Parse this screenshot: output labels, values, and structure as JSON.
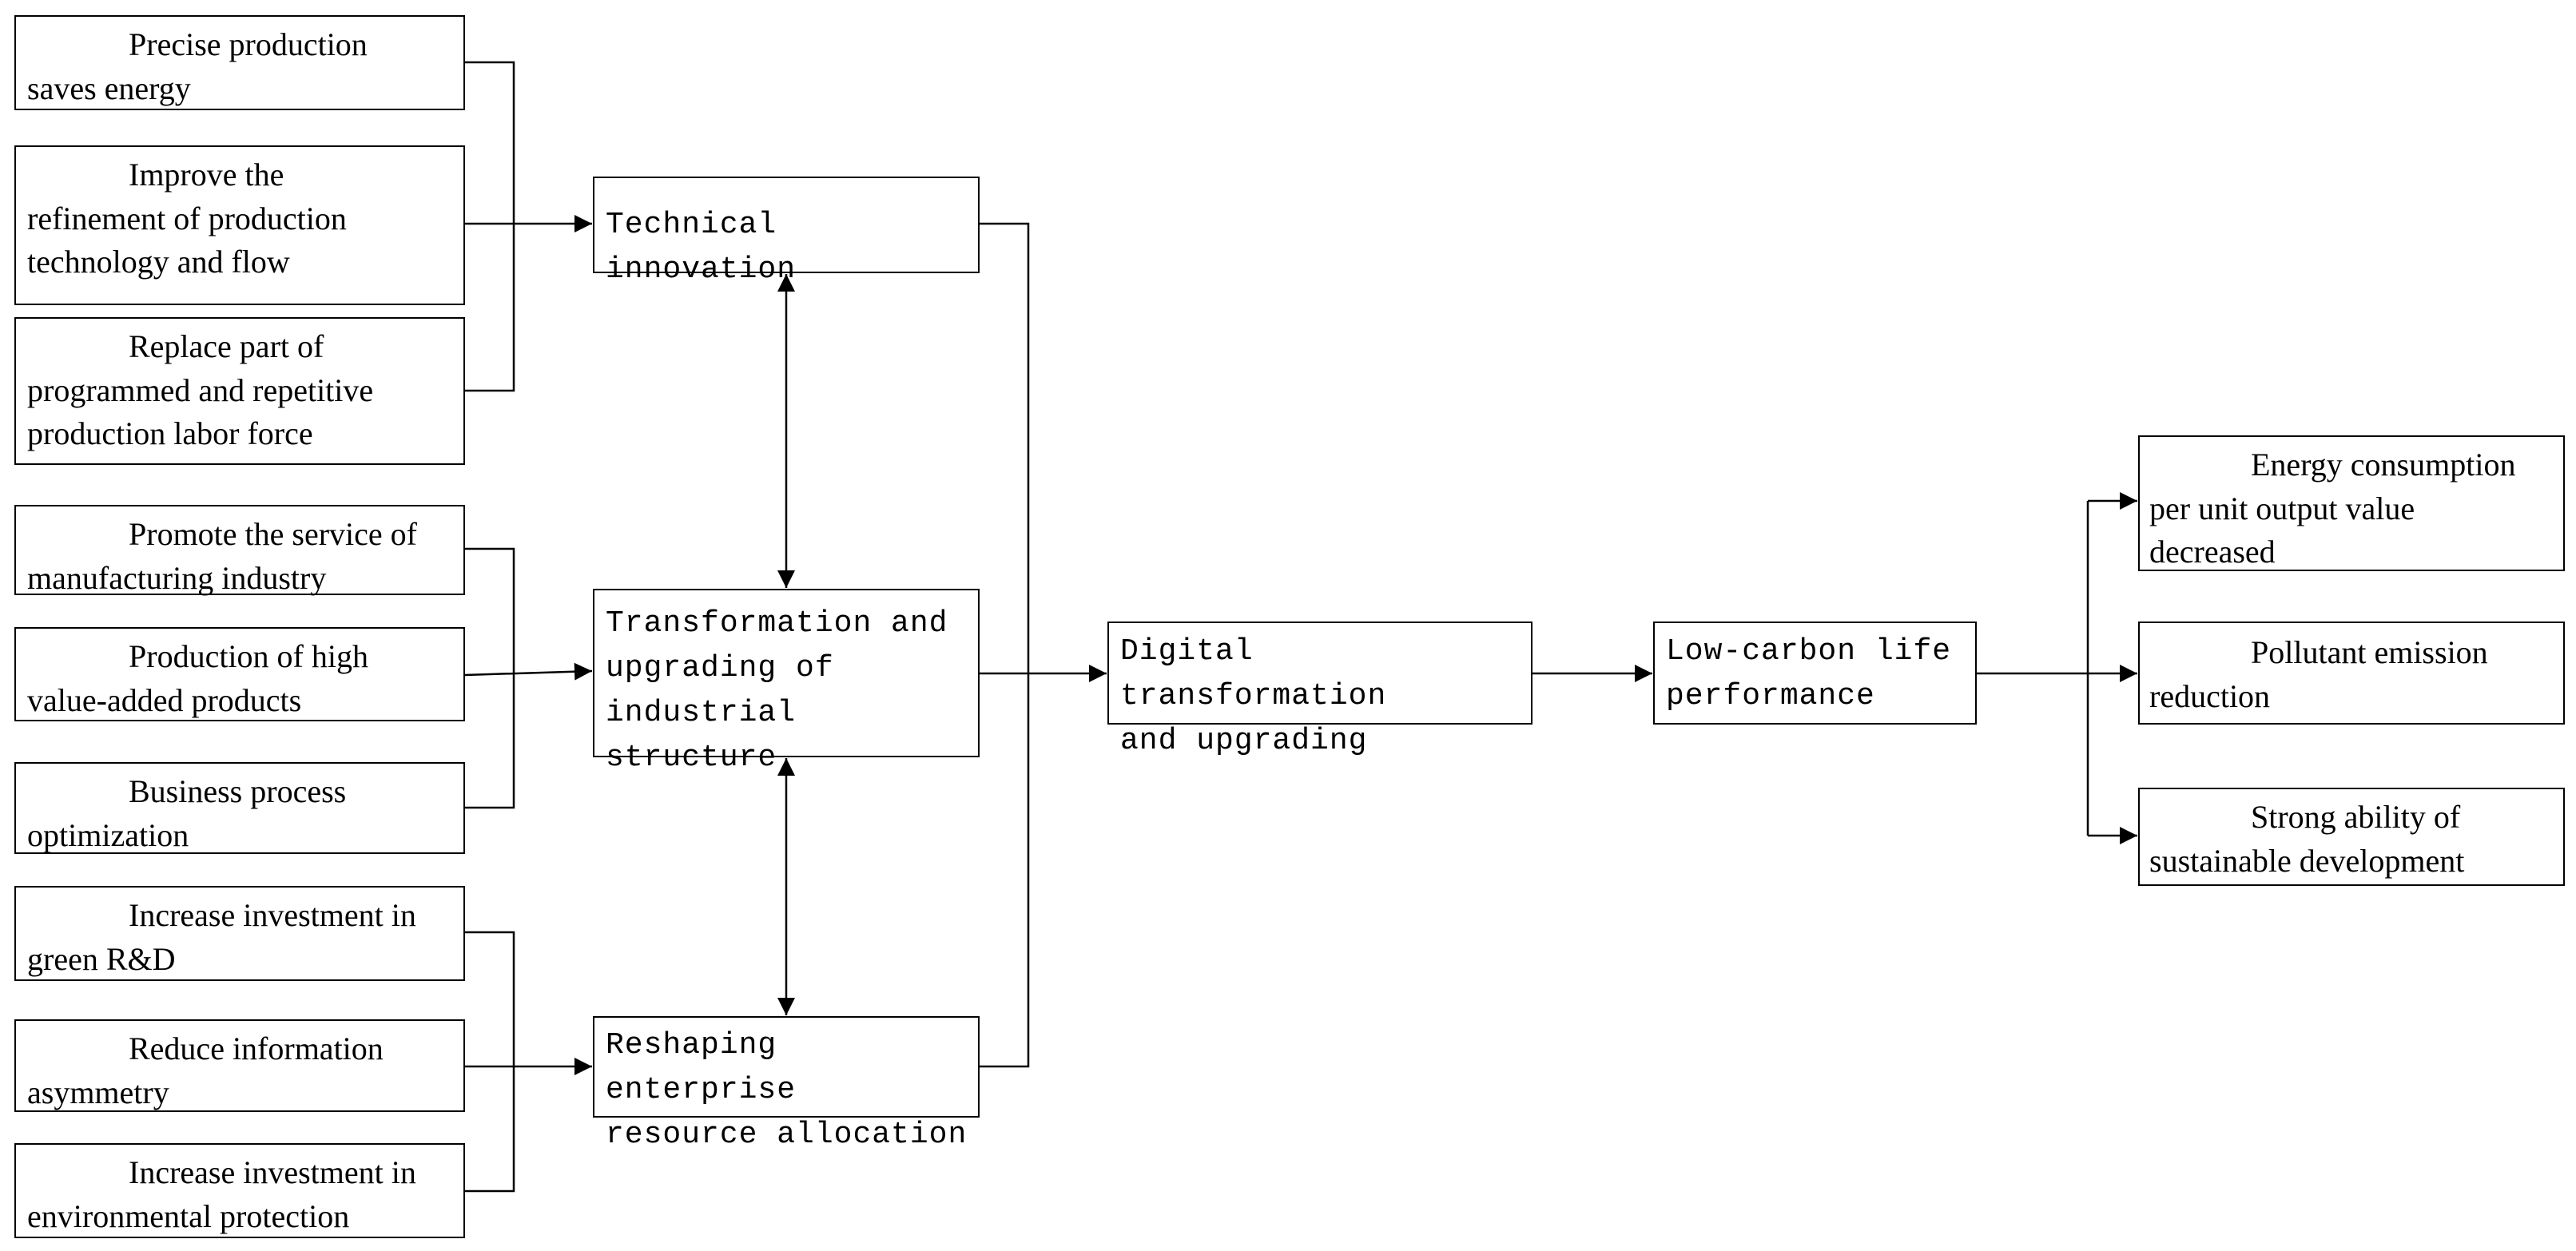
{
  "factors": {
    "technical": [
      "Precise production\nsaves energy",
      "Improve the\nrefinement of production\ntechnology and flow",
      "Replace part of\nprogrammed and repetitive\nproduction labor force"
    ],
    "structure": [
      "Promote the service of\nmanufacturing industry",
      "Production of high\nvalue-added products",
      "Business process\noptimization"
    ],
    "resource": [
      "Increase investment in\ngreen R&D",
      "Reduce information\nasymmetry",
      "Increase investment in\nenvironmental protection"
    ]
  },
  "mechanisms": {
    "technical": "Technical innovation",
    "structure": "Transformation and\nupgrading of\nindustrial structure",
    "resource": "Reshaping enterprise\nresource allocation"
  },
  "core": "Digital transformation\nand upgrading",
  "performance": "Low-carbon life\nperformance",
  "outcomes": [
    "Energy consumption\nper unit output value\ndecreased",
    "Pollutant emission\nreduction",
    "Strong ability of\nsustainable development"
  ]
}
